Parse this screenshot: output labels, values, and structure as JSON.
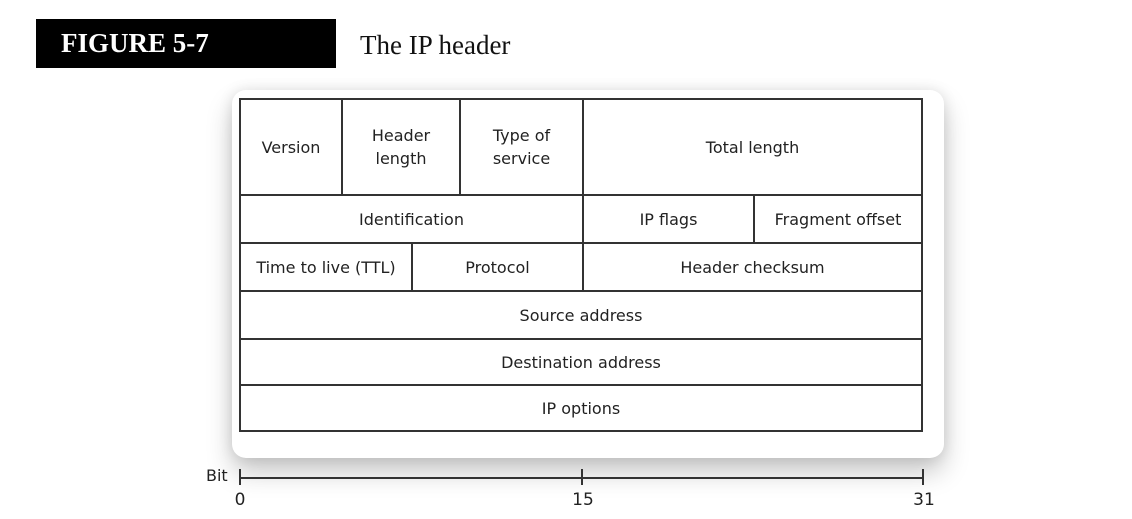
{
  "figure": {
    "label": "FIGURE 5-7",
    "title": "The IP header"
  },
  "diagram": {
    "rows": [
      {
        "fields": [
          "Version",
          "Header length",
          "Type of service",
          "Total length"
        ]
      },
      {
        "fields": [
          "Identification",
          "IP flags",
          "Fragment offset"
        ]
      },
      {
        "fields": [
          "Time to live (TTL)",
          "Protocol",
          "Header checksum"
        ]
      },
      {
        "fields": [
          "Source address"
        ]
      },
      {
        "fields": [
          "Destination address"
        ]
      },
      {
        "fields": [
          "IP options"
        ]
      }
    ],
    "labels": {
      "version": "Version",
      "header_length": "Header length",
      "type_of_service": "Type of service",
      "total_length": "Total length",
      "identification": "Identification",
      "ip_flags": "IP flags",
      "fragment_offset": "Fragment offset",
      "ttl": "Time to live (TTL)",
      "protocol": "Protocol",
      "header_checksum": "Header checksum",
      "source_address": "Source address",
      "destination_address": "Destination address",
      "ip_options": "IP options"
    },
    "axis": {
      "label": "Bit",
      "ticks": [
        "0",
        "15",
        "31"
      ]
    }
  }
}
